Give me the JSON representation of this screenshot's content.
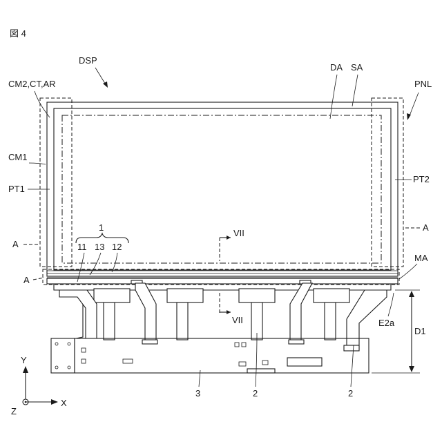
{
  "figure": {
    "title": "図 4"
  },
  "labels": {
    "dsp": "DSP",
    "cm2_ct_ar": "CM2,CT,AR",
    "da": "DA",
    "sa": "SA",
    "pnl": "PNL",
    "cm1": "CM1",
    "pt1": "PT1",
    "pt2": "PT2",
    "a_left": "A",
    "a_right": "A",
    "a_bottom": "A",
    "ma": "MA",
    "e2a": "E2a",
    "d1": "D1",
    "l1": "1",
    "l11": "11",
    "l13": "13",
    "l12": "12",
    "vii_top": "VII",
    "vii_bottom": "VII",
    "l3": "3",
    "l2_center": "2",
    "l2_right": "2"
  },
  "axes": {
    "x": "X",
    "y": "Y",
    "z": "Z"
  }
}
